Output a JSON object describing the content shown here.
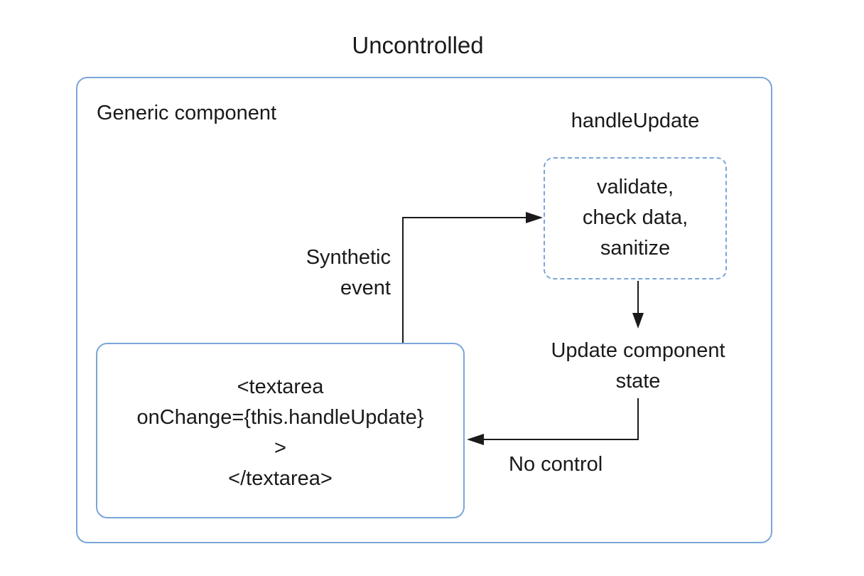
{
  "title": "Uncontrolled",
  "outer_box": {
    "label": "Generic component"
  },
  "handler": {
    "name": "handleUpdate",
    "lines": [
      "validate,",
      "check data,",
      "sanitize"
    ]
  },
  "textarea_box": {
    "lines": [
      "<textarea",
      "onChange={this.handleUpdate}",
      ">",
      "</textarea>"
    ]
  },
  "labels": {
    "synthetic_event": [
      "Synthetic",
      "event"
    ],
    "update_state": [
      "Update component",
      "state"
    ],
    "no_control": "No control"
  },
  "colors": {
    "box_border": "#7aa6d9",
    "arrow": "#1a1a1a",
    "text": "#1a1a1a"
  }
}
